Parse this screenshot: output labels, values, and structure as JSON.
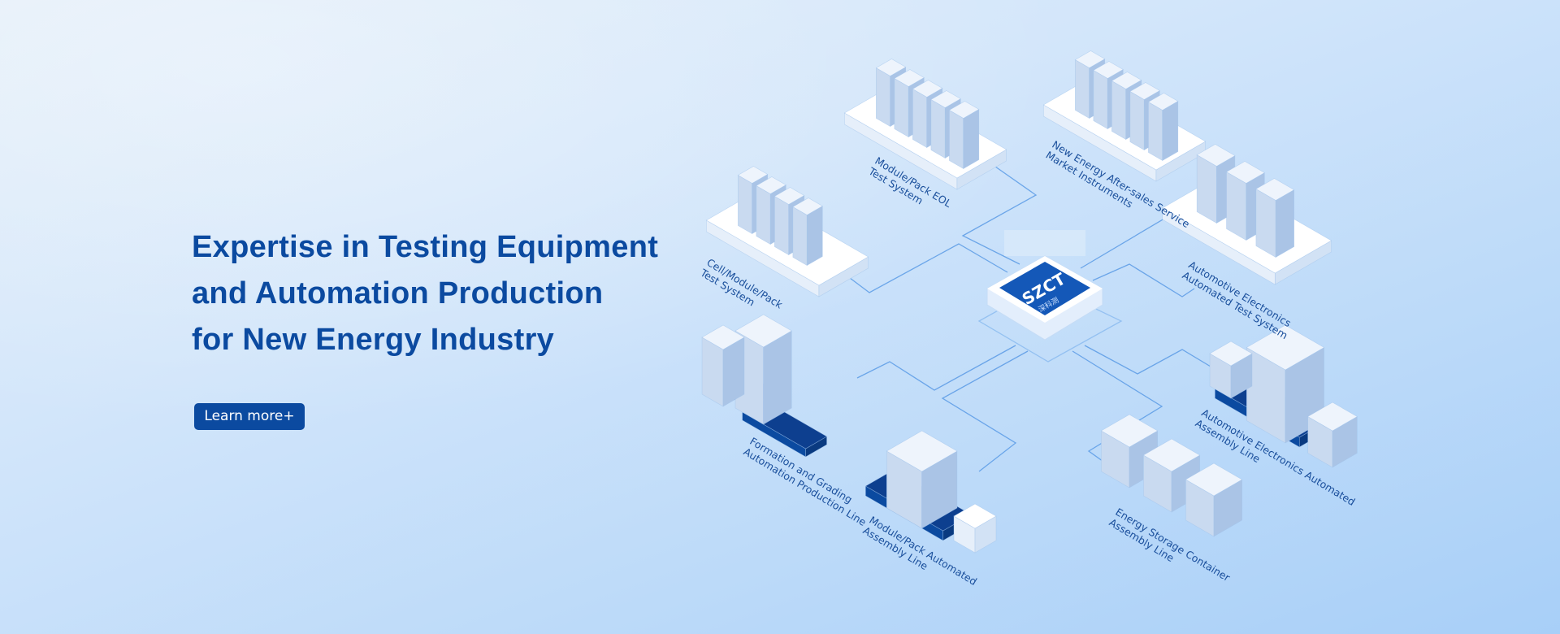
{
  "hero": {
    "headline_lines": [
      "Expertise in Testing Equipment",
      "and Automation Production",
      "for New Energy Industry"
    ],
    "cta_label": "Learn more+"
  },
  "hub": {
    "logo_text": "SZCT",
    "logo_subtext": "深科测"
  },
  "nodes": [
    {
      "lines": [
        "Cell/Module/Pack",
        "Test System"
      ]
    },
    {
      "lines": [
        "Module/Pack EOL",
        "Test System"
      ]
    },
    {
      "lines": [
        "New Energy After-sales Service",
        "Market Instruments"
      ]
    },
    {
      "lines": [
        "Automotive Electronics",
        "Automated Test System"
      ]
    },
    {
      "lines": [
        "Formation and Grading",
        "Automation Production Line"
      ]
    },
    {
      "lines": [
        "Module/Pack Automated",
        "Assembly Line"
      ]
    },
    {
      "lines": [
        "Energy Storage Container",
        "Assembly Line"
      ]
    },
    {
      "lines": [
        "Automotive Electronics Automated",
        "Assembly Line"
      ]
    }
  ],
  "colors": {
    "brand": "#0b4aa0",
    "line": "#5b9be6",
    "label": "#1a4f9c"
  }
}
